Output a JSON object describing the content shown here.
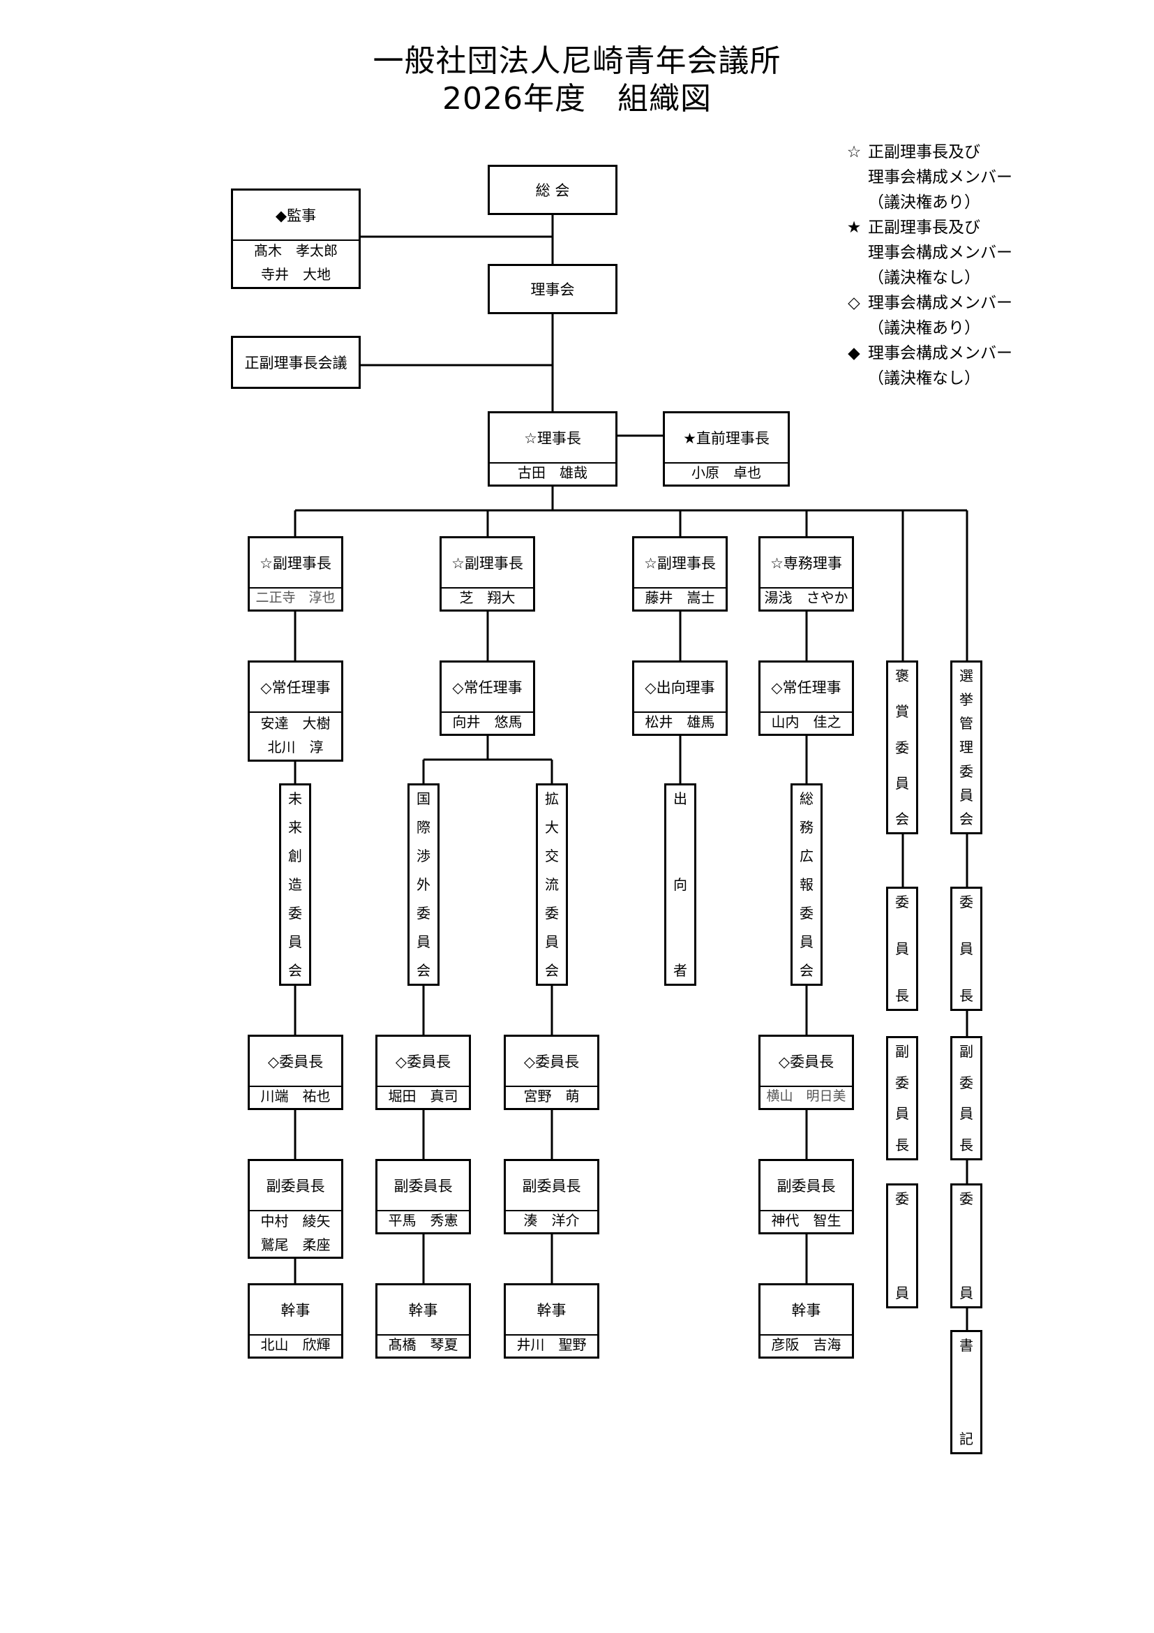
{
  "title": {
    "line1": "一般社団法人尼崎青年会議所",
    "line2": "2026年度　組織図"
  },
  "legend": [
    {
      "symbol": "☆",
      "text": "正副理事長及び\n理事会構成メンバー\n（議決権あり）"
    },
    {
      "symbol": "★",
      "text": "正副理事長及び\n理事会構成メンバー\n（議決権なし）"
    },
    {
      "symbol": "◇",
      "text": "理事会構成メンバー\n（議決権あり）"
    },
    {
      "symbol": "◆",
      "text": "理事会構成メンバー\n（議決権なし）"
    }
  ],
  "top": {
    "general_assembly": "総 会",
    "board": "理事会",
    "officers_meeting": "正副理事長会議",
    "auditor": {
      "role": "◆監事",
      "names": [
        "髙木　孝太郎",
        "寺井　大地"
      ]
    },
    "president": {
      "role": "☆理事長",
      "names": [
        "古田　雄哉"
      ]
    },
    "past_president": {
      "role": "★直前理事長",
      "names": [
        "小原　卓也"
      ]
    }
  },
  "vice": [
    {
      "role": "☆副理事長",
      "names": [
        "二正寺　淳也"
      ]
    },
    {
      "role": "☆副理事長",
      "names": [
        "芝　翔大"
      ]
    },
    {
      "role": "☆副理事長",
      "names": [
        "藤井　嵩士"
      ]
    },
    {
      "role": "☆専務理事",
      "names": [
        "湯浅　さやか"
      ]
    }
  ],
  "directors": [
    {
      "role": "◇常任理事",
      "names": [
        "安達　大樹",
        "北川　淳"
      ]
    },
    {
      "role": "◇常任理事",
      "names": [
        "向井　悠馬"
      ]
    },
    {
      "role": "◇出向理事",
      "names": [
        "松井　雄馬"
      ]
    },
    {
      "role": "◇常任理事",
      "names": [
        "山内　佳之"
      ]
    }
  ],
  "committees": [
    {
      "chars": [
        "未",
        "来",
        "創",
        "造",
        "委",
        "員",
        "会"
      ]
    },
    {
      "chars": [
        "国",
        "際",
        "渉",
        "外",
        "委",
        "員",
        "会"
      ]
    },
    {
      "chars": [
        "拡",
        "大",
        "交",
        "流",
        "委",
        "員",
        "会"
      ]
    },
    {
      "chars": [
        "出",
        "向",
        "者"
      ]
    },
    {
      "chars": [
        "総",
        "務",
        "広",
        "報",
        "委",
        "員",
        "会"
      ]
    }
  ],
  "chairs": [
    {
      "role": "◇委員長",
      "names": [
        "川端　祐也"
      ]
    },
    {
      "role": "◇委員長",
      "names": [
        "堀田　真司"
      ]
    },
    {
      "role": "◇委員長",
      "names": [
        "宮野　萌"
      ]
    },
    {
      "role": "◇委員長",
      "names": [
        "横山　明日美"
      ]
    }
  ],
  "vice_chairs": [
    {
      "role": "副委員長",
      "names": [
        "中村　綾矢",
        "鷲尾　柔座"
      ]
    },
    {
      "role": "副委員長",
      "names": [
        "平馬　秀憲"
      ]
    },
    {
      "role": "副委員長",
      "names": [
        "湊　洋介"
      ]
    },
    {
      "role": "副委員長",
      "names": [
        "神代　智生"
      ]
    }
  ],
  "secretaries": [
    {
      "role": "幹事",
      "names": [
        "北山　欣輝"
      ]
    },
    {
      "role": "幹事",
      "names": [
        "髙橋　琴夏"
      ]
    },
    {
      "role": "幹事",
      "names": [
        "井川　聖野"
      ]
    },
    {
      "role": "幹事",
      "names": [
        "彦阪　吉海"
      ]
    }
  ],
  "award_committee": {
    "name": [
      "褒",
      "賞",
      "委",
      "員",
      "会"
    ],
    "chair": [
      "委",
      "員",
      "長"
    ],
    "vice_chair": [
      "副",
      "委",
      "員",
      "長"
    ],
    "member": [
      "委",
      "員"
    ]
  },
  "election_committee": {
    "name": [
      "選",
      "挙",
      "管",
      "理",
      "委",
      "員",
      "会"
    ],
    "chair": [
      "委",
      "員",
      "長"
    ],
    "vice_chair": [
      "副",
      "委",
      "員",
      "長"
    ],
    "member": [
      "委",
      "員"
    ],
    "clerk": [
      "書",
      "記"
    ]
  }
}
